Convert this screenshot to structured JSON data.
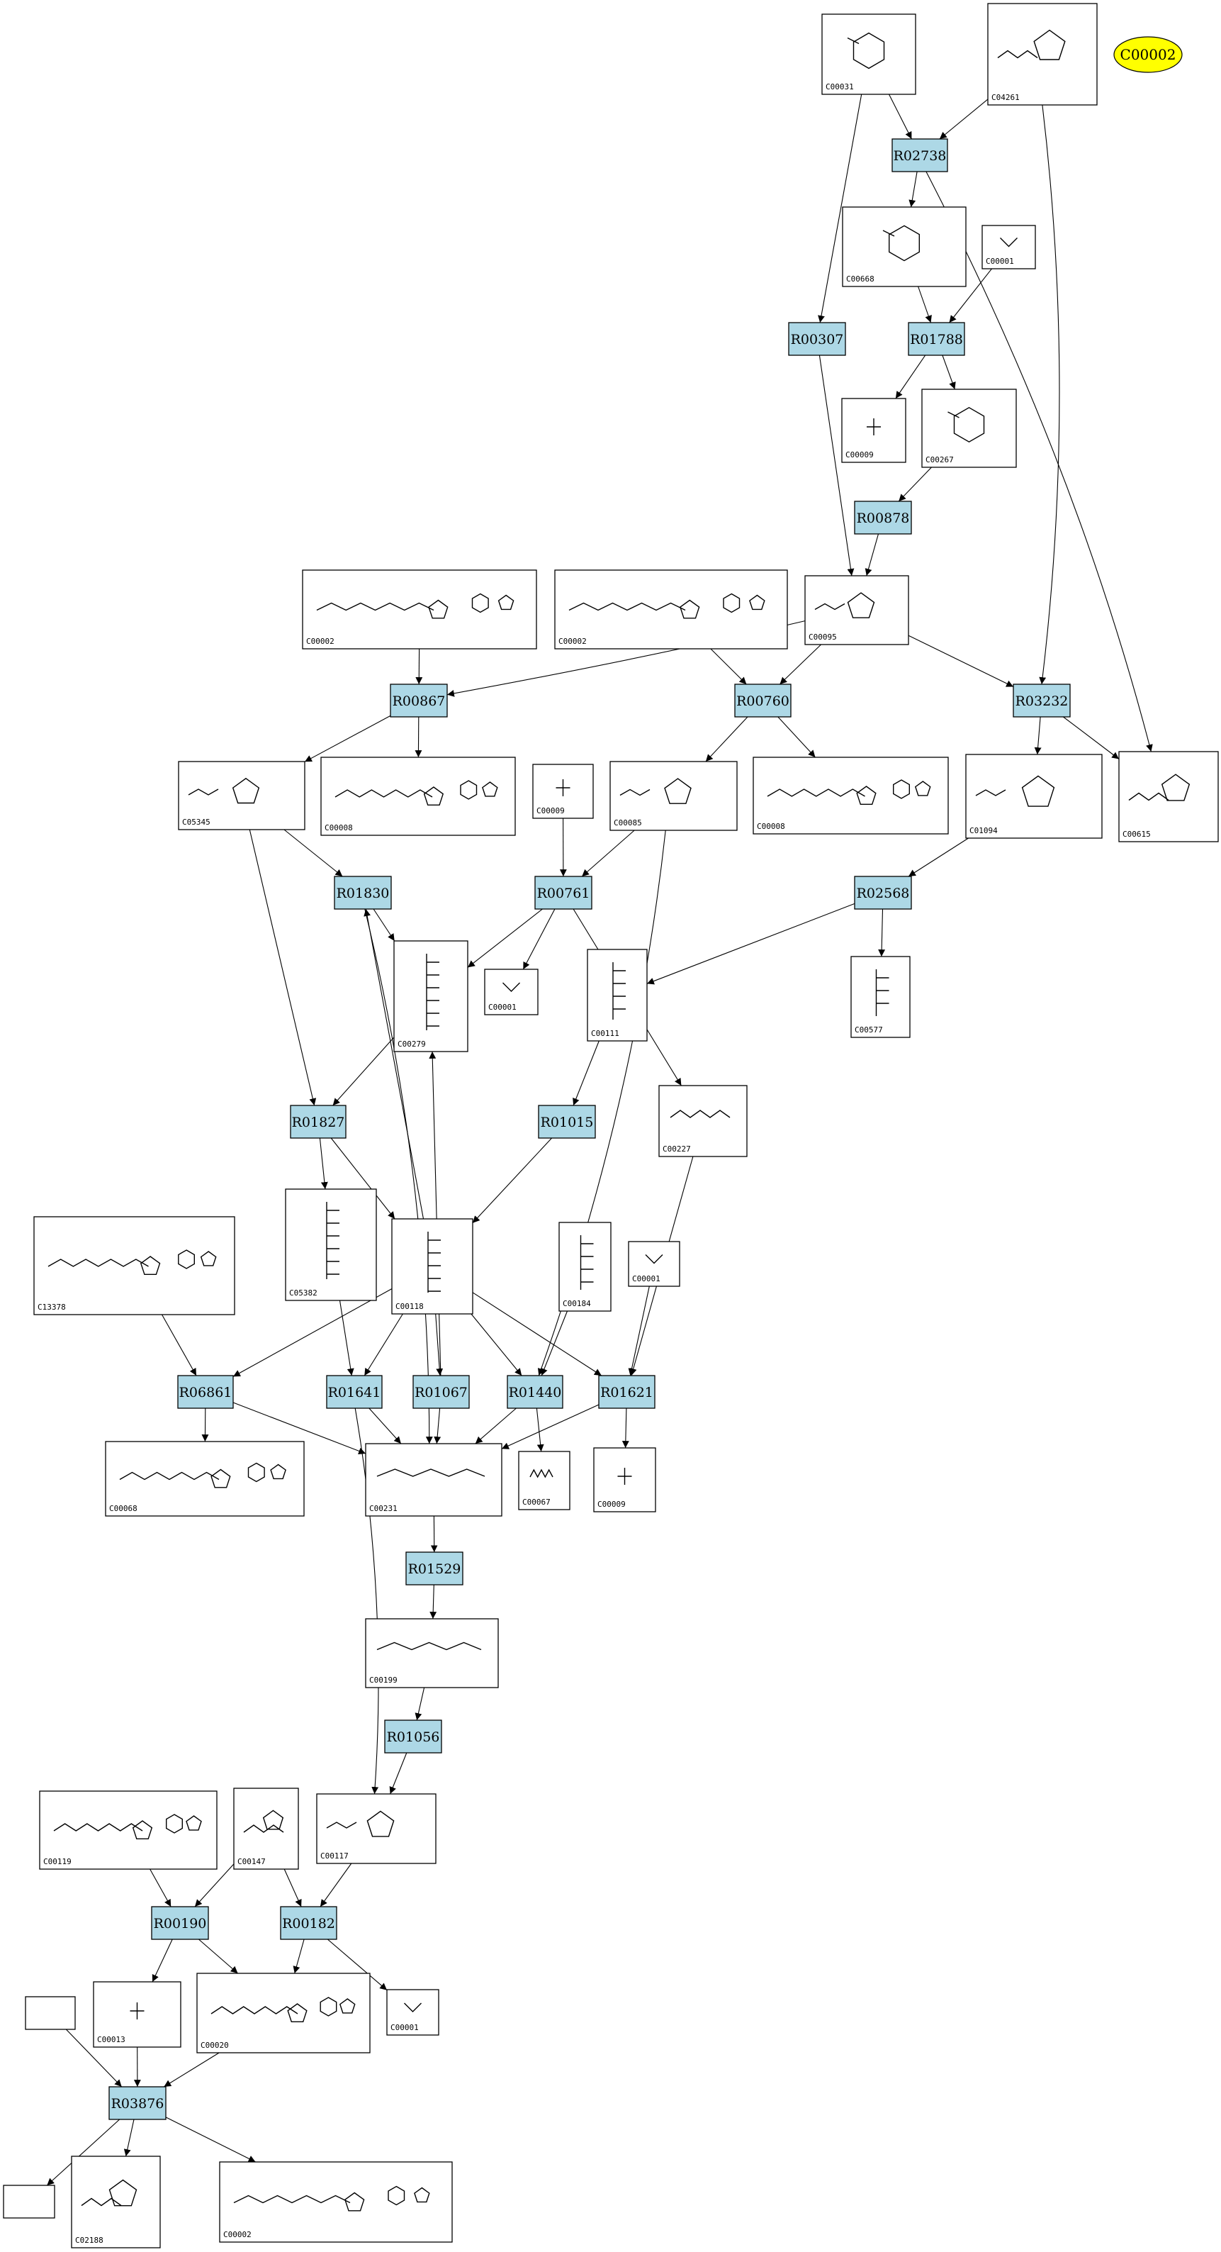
{
  "reactions": [
    {
      "id": "R02738",
      "label": "R02738"
    },
    {
      "id": "R00307",
      "label": "R00307"
    },
    {
      "id": "R01788",
      "label": "R01788"
    },
    {
      "id": "R00878",
      "label": "R00878"
    },
    {
      "id": "R00867",
      "label": "R00867"
    },
    {
      "id": "R00760",
      "label": "R00760"
    },
    {
      "id": "R03232",
      "label": "R03232"
    },
    {
      "id": "R01830",
      "label": "R01830"
    },
    {
      "id": "R00761",
      "label": "R00761"
    },
    {
      "id": "R02568",
      "label": "R02568"
    },
    {
      "id": "R01827",
      "label": "R01827"
    },
    {
      "id": "R01015",
      "label": "R01015"
    },
    {
      "id": "R06861",
      "label": "R06861"
    },
    {
      "id": "R01641",
      "label": "R01641"
    },
    {
      "id": "R01067",
      "label": "R01067"
    },
    {
      "id": "R01440",
      "label": "R01440"
    },
    {
      "id": "R01621",
      "label": "R01621"
    },
    {
      "id": "R01529",
      "label": "R01529"
    },
    {
      "id": "R01056",
      "label": "R01056"
    },
    {
      "id": "R00190",
      "label": "R00190"
    },
    {
      "id": "R00182",
      "label": "R00182"
    },
    {
      "id": "R03876",
      "label": "R03876"
    }
  ],
  "compounds": [
    {
      "id": "c00031",
      "label": "C00031"
    },
    {
      "id": "c04261",
      "label": "C04261"
    },
    {
      "id": "c00668",
      "label": "C00668"
    },
    {
      "id": "c00001a",
      "label": "C00001"
    },
    {
      "id": "c00009a",
      "label": "C00009"
    },
    {
      "id": "c00267",
      "label": "C00267"
    },
    {
      "id": "c00002a",
      "label": "C00002"
    },
    {
      "id": "c00002b",
      "label": "C00002"
    },
    {
      "id": "c00095",
      "label": "C00095"
    },
    {
      "id": "c05345",
      "label": "C05345"
    },
    {
      "id": "c00008a",
      "label": "C00008"
    },
    {
      "id": "c00009b",
      "label": "C00009"
    },
    {
      "id": "c00085",
      "label": "C00085"
    },
    {
      "id": "c00008b",
      "label": "C00008"
    },
    {
      "id": "c01094",
      "label": "C01094"
    },
    {
      "id": "c00615",
      "label": "C00615"
    },
    {
      "id": "c00279",
      "label": "C00279"
    },
    {
      "id": "c00001b",
      "label": "C00001"
    },
    {
      "id": "c00111",
      "label": "C00111"
    },
    {
      "id": "c00577",
      "label": "C00577"
    },
    {
      "id": "c00227",
      "label": "C00227"
    },
    {
      "id": "c13378",
      "label": "C13378"
    },
    {
      "id": "c05382",
      "label": "C05382"
    },
    {
      "id": "c00118",
      "label": "C00118"
    },
    {
      "id": "c00184",
      "label": "C00184"
    },
    {
      "id": "c00001c",
      "label": "C00001"
    },
    {
      "id": "c00068",
      "label": "C00068"
    },
    {
      "id": "c00231",
      "label": "C00231"
    },
    {
      "id": "c00067",
      "label": "C00067"
    },
    {
      "id": "c00009c",
      "label": "C00009"
    },
    {
      "id": "c00199",
      "label": "C00199"
    },
    {
      "id": "c00119",
      "label": "C00119"
    },
    {
      "id": "c00147",
      "label": "C00147"
    },
    {
      "id": "c00117",
      "label": "C00117"
    },
    {
      "id": "c00013",
      "label": "C00013"
    },
    {
      "id": "c00020",
      "label": "C00020"
    },
    {
      "id": "c00001d",
      "label": "C00001"
    },
    {
      "id": "blank1",
      "label": ""
    },
    {
      "id": "blank2",
      "label": ""
    },
    {
      "id": "c02188",
      "label": "C02188"
    },
    {
      "id": "c00002c",
      "label": "C00002"
    }
  ],
  "highlight": {
    "label": "C00002",
    "color": "#ffff00"
  },
  "colors": {
    "reaction_fill": "#add8e6",
    "highlight_fill": "#ffff00"
  },
  "edges": [
    [
      "c00031",
      "R02738"
    ],
    [
      "c04261",
      "R02738"
    ],
    [
      "c00031",
      "R00307"
    ],
    [
      "R02738",
      "c00668"
    ],
    [
      "R02738",
      "c00615"
    ],
    [
      "c04261",
      "R03232"
    ],
    [
      "c00668",
      "R01788"
    ],
    [
      "c00001a",
      "R01788"
    ],
    [
      "R01788",
      "c00009a"
    ],
    [
      "R01788",
      "c00267"
    ],
    [
      "c00267",
      "R00878"
    ],
    [
      "R00878",
      "c00095"
    ],
    [
      "R00307",
      "c00095"
    ],
    [
      "c00002a",
      "R00867"
    ],
    [
      "c00095",
      "R00867"
    ],
    [
      "c00002b",
      "R00760"
    ],
    [
      "c00095",
      "R00760"
    ],
    [
      "c00095",
      "R03232"
    ],
    [
      "R00867",
      "c05345"
    ],
    [
      "R00867",
      "c00008a"
    ],
    [
      "R00760",
      "c00085"
    ],
    [
      "R00760",
      "c00008b"
    ],
    [
      "R03232",
      "c01094"
    ],
    [
      "R03232",
      "c00615"
    ],
    [
      "c05345",
      "R01830"
    ],
    [
      "c05345",
      "R01827"
    ],
    [
      "c00009b",
      "R00761"
    ],
    [
      "c00085",
      "R00761"
    ],
    [
      "c00085",
      "R01440"
    ],
    [
      "c01094",
      "R02568"
    ],
    [
      "R01830",
      "c00279"
    ],
    [
      "R01830",
      "c00231"
    ],
    [
      "R00761",
      "c00279"
    ],
    [
      "R00761",
      "c00001b"
    ],
    [
      "R00761",
      "c00227"
    ],
    [
      "R02568",
      "c00111"
    ],
    [
      "R02568",
      "c00577"
    ],
    [
      "c00279",
      "R01827"
    ],
    [
      "c00111",
      "R01015"
    ],
    [
      "R01827",
      "c05382"
    ],
    [
      "R01827",
      "c00118"
    ],
    [
      "R01015",
      "c00118"
    ],
    [
      "c00118",
      "R01830"
    ],
    [
      "c00118",
      "R06861"
    ],
    [
      "c00118",
      "R01641"
    ],
    [
      "c00118",
      "R01067"
    ],
    [
      "c00118",
      "R01440"
    ],
    [
      "c00118",
      "R01621"
    ],
    [
      "c13378",
      "R06861"
    ],
    [
      "c05382",
      "R01641"
    ],
    [
      "c00184",
      "R01440"
    ],
    [
      "c00001c",
      "R01621"
    ],
    [
      "c00227",
      "R01621"
    ],
    [
      "R06861",
      "c00068"
    ],
    [
      "R06861",
      "c00231"
    ],
    [
      "R01641",
      "c00231"
    ],
    [
      "R01641",
      "c00117"
    ],
    [
      "R01067",
      "c00231"
    ],
    [
      "R01067",
      "c00279"
    ],
    [
      "R01440",
      "c00231"
    ],
    [
      "R01440",
      "c00067"
    ],
    [
      "R01621",
      "c00231"
    ],
    [
      "R01621",
      "c00009c"
    ],
    [
      "c00231",
      "R01529"
    ],
    [
      "R01529",
      "c00199"
    ],
    [
      "c00199",
      "R01056"
    ],
    [
      "R01056",
      "c00117"
    ],
    [
      "c00119",
      "R00190"
    ],
    [
      "c00147",
      "R00190"
    ],
    [
      "c00147",
      "R00182"
    ],
    [
      "c00117",
      "R00182"
    ],
    [
      "R00190",
      "c00013"
    ],
    [
      "R00190",
      "c00020"
    ],
    [
      "R00182",
      "c00020"
    ],
    [
      "R00182",
      "c00001d"
    ],
    [
      "c00013",
      "R03876"
    ],
    [
      "c00020",
      "R03876"
    ],
    [
      "blank1",
      "R03876"
    ],
    [
      "R03876",
      "blank2"
    ],
    [
      "R03876",
      "c02188"
    ],
    [
      "R03876",
      "c00002c"
    ]
  ]
}
